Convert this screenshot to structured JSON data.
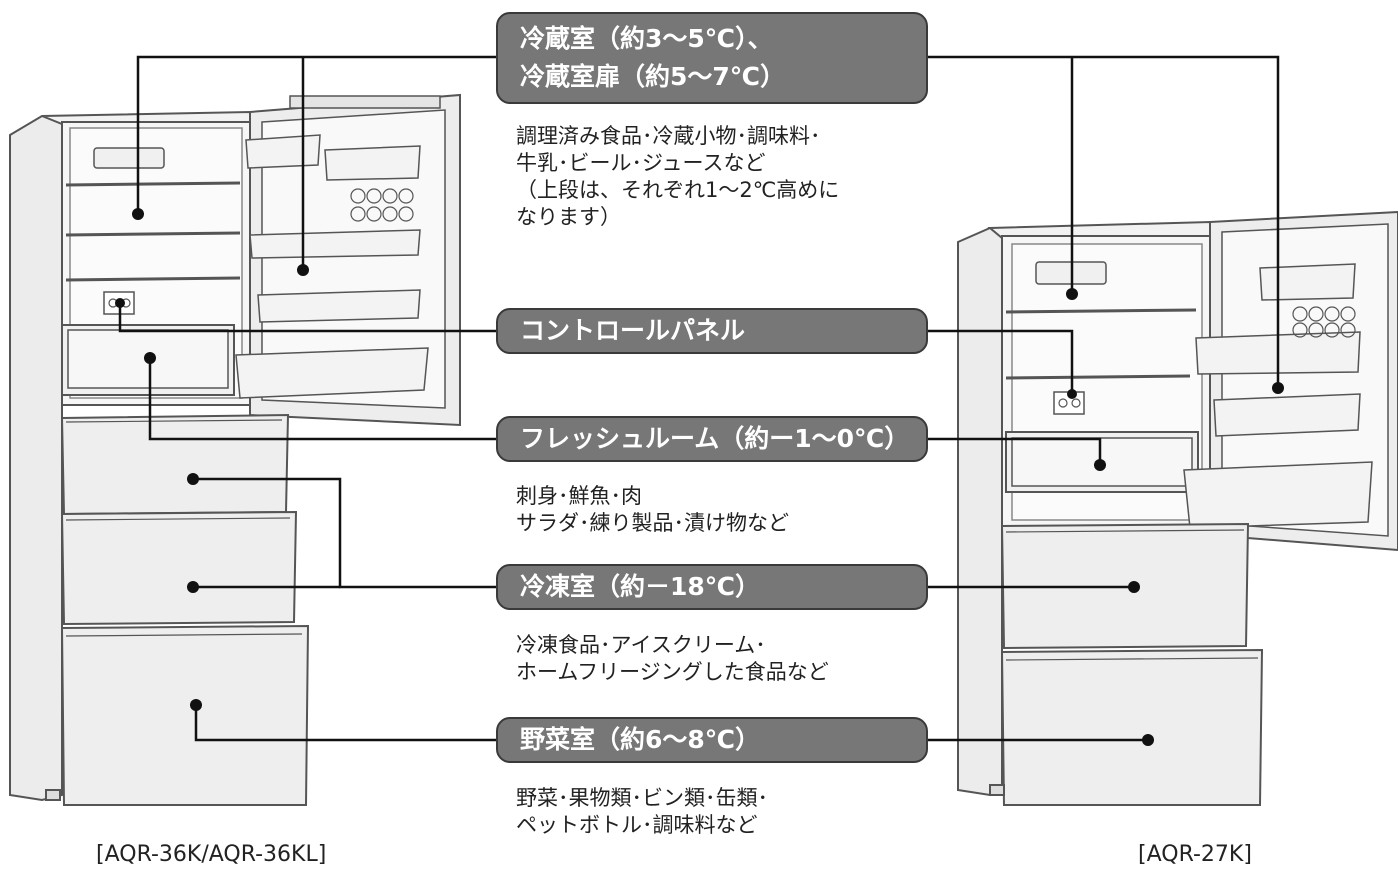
{
  "zones": {
    "refrigerator": {
      "title_lines": [
        "冷蔵室（約3〜5℃）、",
        "冷蔵室扉（約5〜7℃）"
      ],
      "desc_lines": [
        "調理済み食品･冷蔵小物･調味料･",
        "牛乳･ビール･ジュースなど",
        "（上段は、それぞれ1〜2℃高めに",
        "なります）"
      ]
    },
    "control_panel": {
      "title": "コントロールパネル"
    },
    "fresh_room": {
      "title": "フレッシュルーム（約ー1〜0℃）",
      "desc_lines": [
        "刺身･鮮魚･肉",
        "サラダ･練り製品･漬け物など"
      ]
    },
    "freezer": {
      "title": "冷凍室（約－18℃）",
      "desc_lines": [
        "冷凍食品･アイスクリーム･",
        "ホームフリージングした食品など"
      ]
    },
    "vegetable": {
      "title": "野菜室（約6〜8℃）",
      "desc_lines": [
        "野菜･果物類･ビン類･缶類･",
        "ペットボトル･調味料など"
      ]
    }
  },
  "models": {
    "left": "[AQR-36K/AQR-36KL]",
    "right": "[AQR-27K]"
  },
  "colors": {
    "pill_fill": "#777777",
    "line": "#111111"
  }
}
